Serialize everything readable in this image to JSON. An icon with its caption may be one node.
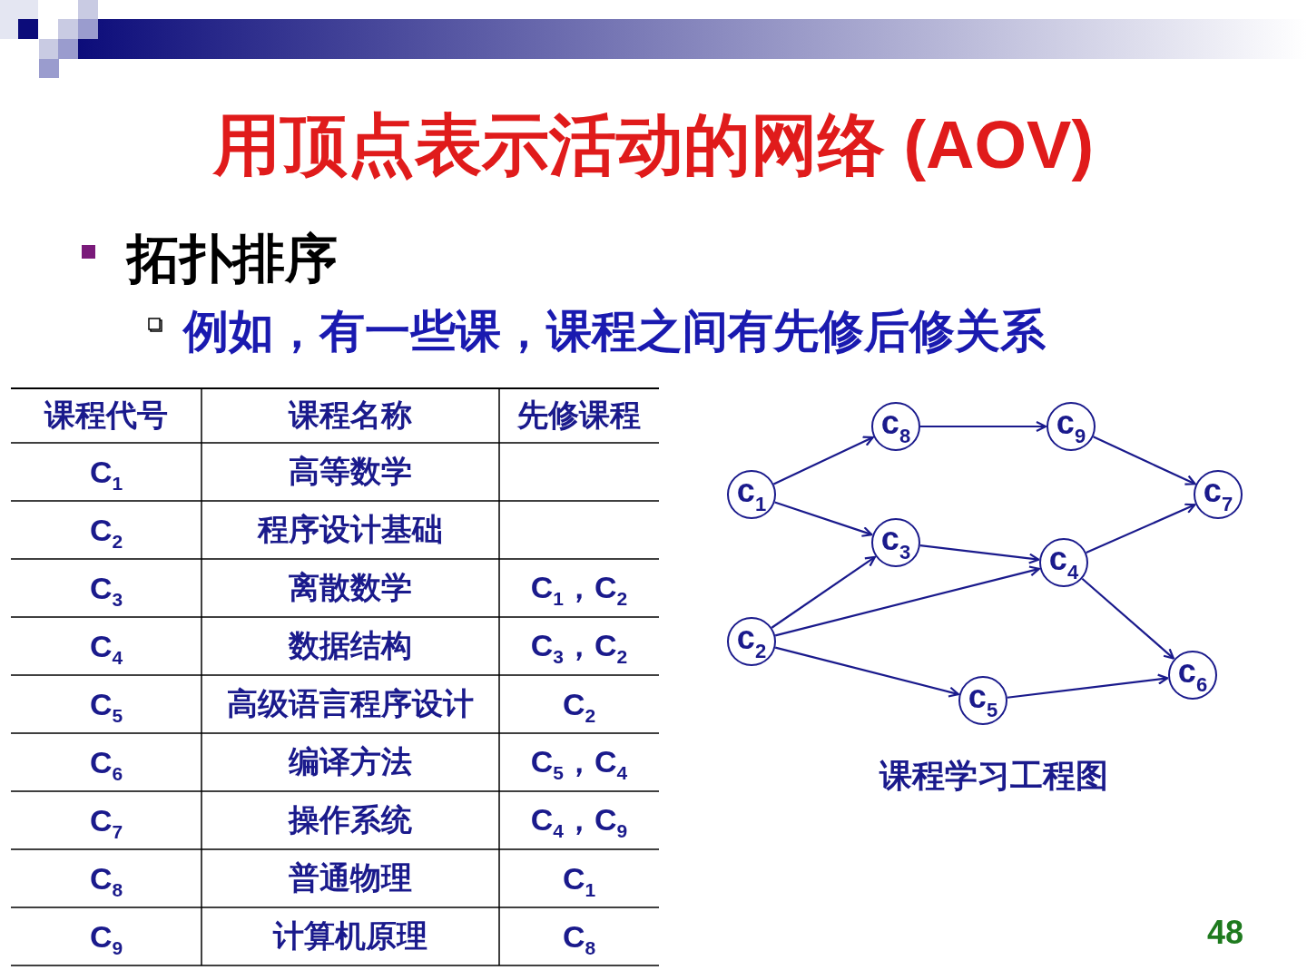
{
  "diagram": {
    "title": "用顶点表示活动的网络 (AOV)",
    "caption": "课程学习工程图",
    "nodes": [
      {
        "text": [
          "c$_{1}$"
        ]
      },
      {
        "text": [
          "c$_{2}$"
        ]
      },
      {
        "text": [
          "c$_{3}$"
        ]
      },
      {
        "text": [
          "c$_{4}$"
        ]
      },
      {
        "text": [
          "c$_{5}$"
        ]
      },
      {
        "text": [
          "c$_{6}$"
        ]
      },
      {
        "text": [
          "c$_{7}$"
        ]
      },
      {
        "text": [
          "c$_{8}$"
        ]
      },
      {
        "text": [
          "c$_{9}$"
        ]
      }
    ],
    "edges": [
      {
        "from": 0,
        "to": 7,
        "arrow": "to"
      },
      {
        "from": 0,
        "to": 2,
        "arrow": "to"
      },
      {
        "from": 7,
        "to": 8,
        "arrow": "to"
      },
      {
        "from": 8,
        "to": 6,
        "arrow": "to"
      },
      {
        "from": 2,
        "to": 3,
        "arrow": "to"
      },
      {
        "from": 1,
        "to": 2,
        "arrow": "to"
      },
      {
        "from": 1,
        "to": 3,
        "arrow": "to"
      },
      {
        "from": 1,
        "to": 4,
        "arrow": "to"
      },
      {
        "from": 3,
        "to": 6,
        "arrow": "to"
      },
      {
        "from": 3,
        "to": 5,
        "arrow": "to"
      },
      {
        "from": 4,
        "to": 5,
        "arrow": "to"
      }
    ],
    "labels": [
      "拓扑排序",
      "例如，有一些课，课程之间有先修后修关系",
      "课程代号",
      "课程名称",
      "先修课程",
      "C$_{1}$",
      "高等数学",
      "C$_{2}$",
      "程序设计基础",
      "C$_{3}$",
      "离散数学",
      "C$_{1}$，C$_{2}$",
      "C$_{4}$",
      "数据结构",
      "C$_{3}$，C$_{2}$",
      "C$_{5}$",
      "高级语言程序设计",
      "C$_{2}$",
      "C$_{6}$",
      "编译方法",
      "C$_{5}$，C$_{4}$",
      "C$_{7}$",
      "操作系统",
      "C$_{4}$，C$_{9}$",
      "C$_{8}$",
      "普通物理",
      "C$_{1}$",
      "C$_{9}$",
      "计算机原理",
      "C$_{8}$",
      "48"
    ]
  }
}
